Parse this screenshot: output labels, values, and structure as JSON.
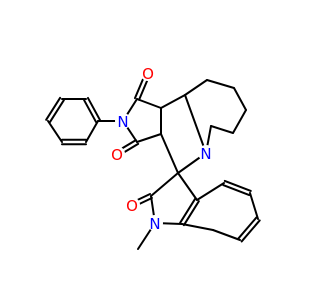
{
  "structure": {
    "colors": {
      "bond": "#000000",
      "oxygen": "#ff0000",
      "nitrogen": "#0000ff",
      "background": "#ffffff"
    },
    "atom_labels": {
      "o_top": "O",
      "o_mid": "O",
      "o_oxindole": "O",
      "n_imide": "N",
      "n_ring": "N",
      "n_oxindole": "N"
    }
  }
}
